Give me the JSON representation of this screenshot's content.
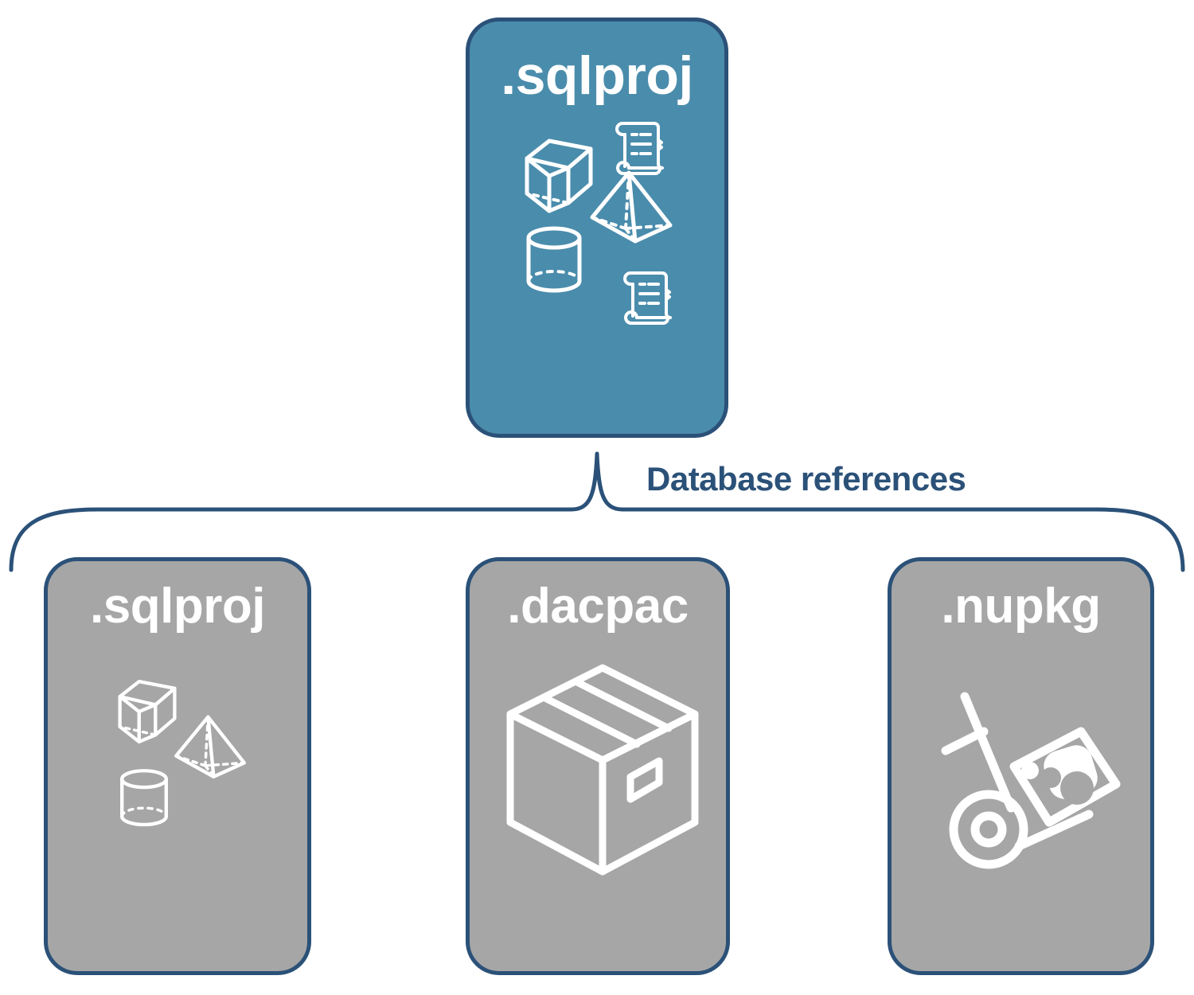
{
  "diagram": {
    "title_text": "Database references",
    "colors": {
      "accent_teal": "#4a8cac",
      "reference_gray": "#a6a6a6",
      "outline_navy": "#2b5178",
      "icon_white": "#ffffff",
      "background": "#ffffff"
    }
  },
  "root_node": {
    "label": ".sqlproj",
    "fill": "#4a8cac",
    "icons": [
      "cube-wireframe-icon",
      "scroll-script-icon",
      "pyramid-wireframe-icon",
      "cylinder-wireframe-icon",
      "scroll-script-icon"
    ]
  },
  "connector": {
    "label": "Database references",
    "style": "curly-brace-bracket",
    "color": "#2b5178"
  },
  "reference_nodes": [
    {
      "label": ".sqlproj",
      "fill": "#a6a6a6",
      "icons": [
        "cube-wireframe-icon",
        "pyramid-wireframe-icon",
        "cylinder-wireframe-icon"
      ]
    },
    {
      "label": ".dacpac",
      "fill": "#a6a6a6",
      "icons": [
        "package-box-icon"
      ]
    },
    {
      "label": ".nupkg",
      "fill": "#a6a6a6",
      "icons": [
        "nuget-hand-truck-icon"
      ]
    }
  ]
}
